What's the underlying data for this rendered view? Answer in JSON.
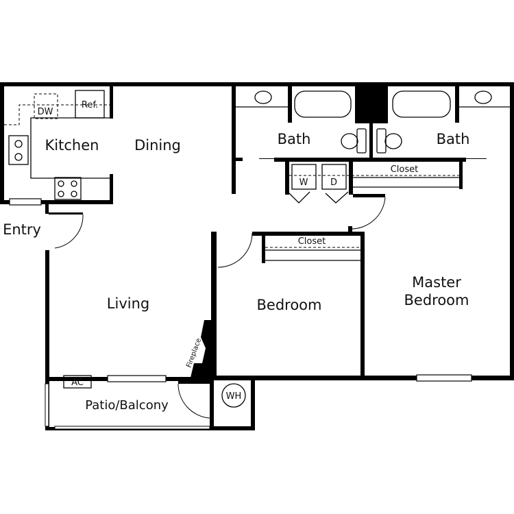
{
  "rooms": {
    "kitchen": "Kitchen",
    "dining": "Dining",
    "entry": "Entry",
    "living": "Living",
    "bath_left": "Bath",
    "bath_right": "Bath",
    "bedroom": "Bedroom",
    "master_line1": "Master",
    "master_line2": "Bedroom",
    "patio": "Patio/Balcony"
  },
  "fixtures": {
    "dishwasher": "DW",
    "refrigerator": "Ref.",
    "washer": "W",
    "dryer": "D",
    "closet_top": "Closet",
    "closet_bedroom": "Closet",
    "fireplace": "Fireplace",
    "ac": "AC",
    "water_heater": "WH"
  }
}
